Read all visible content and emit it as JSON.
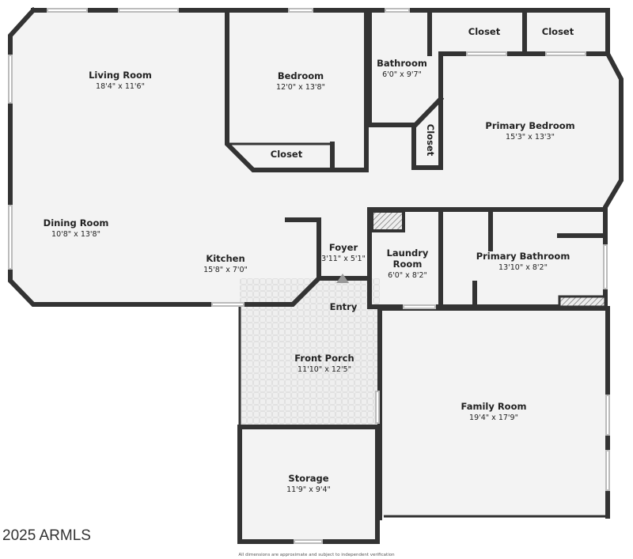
{
  "rooms": {
    "living": {
      "name": "Living Room",
      "dims": "18'4\" x 11'6\""
    },
    "bedroom": {
      "name": "Bedroom",
      "dims": "12'0\" x 13'8\""
    },
    "bedroom_closet": {
      "name": "Closet"
    },
    "bathroom": {
      "name": "Bathroom",
      "dims": "6'0\" x 9'7\""
    },
    "bath_closet": {
      "name": "Closet"
    },
    "closet1": {
      "name": "Closet"
    },
    "closet2": {
      "name": "Closet"
    },
    "primary_bedroom": {
      "name": "Primary Bedroom",
      "dims": "15'3\" x 13'3\""
    },
    "dining": {
      "name": "Dining Room",
      "dims": "10'8\" x 13'8\""
    },
    "kitchen": {
      "name": "Kitchen",
      "dims": "15'8\" x 7'0\""
    },
    "foyer": {
      "name": "Foyer",
      "dims": "3'11\" x 5'1\""
    },
    "laundry": {
      "name_line1": "Laundry",
      "name_line2": "Room",
      "dims": "6'0\" x 8'2\""
    },
    "primary_bathroom": {
      "name": "Primary Bathroom",
      "dims": "13'10\" x 8'2\""
    },
    "entry": {
      "name": "Entry"
    },
    "front_porch": {
      "name": "Front Porch",
      "dims": "11'10\" x 12'5\""
    },
    "family_room": {
      "name": "Family Room",
      "dims": "19'4\" x 17'9\""
    },
    "storage": {
      "name": "Storage",
      "dims": "11'9\" x 9'4\""
    }
  },
  "watermark": "2025 ARMLS",
  "disclaimer": "All dimensions are approximate and subject to independent verification",
  "colors": {
    "wall": "#333333",
    "floor": "#f3f3f3"
  }
}
